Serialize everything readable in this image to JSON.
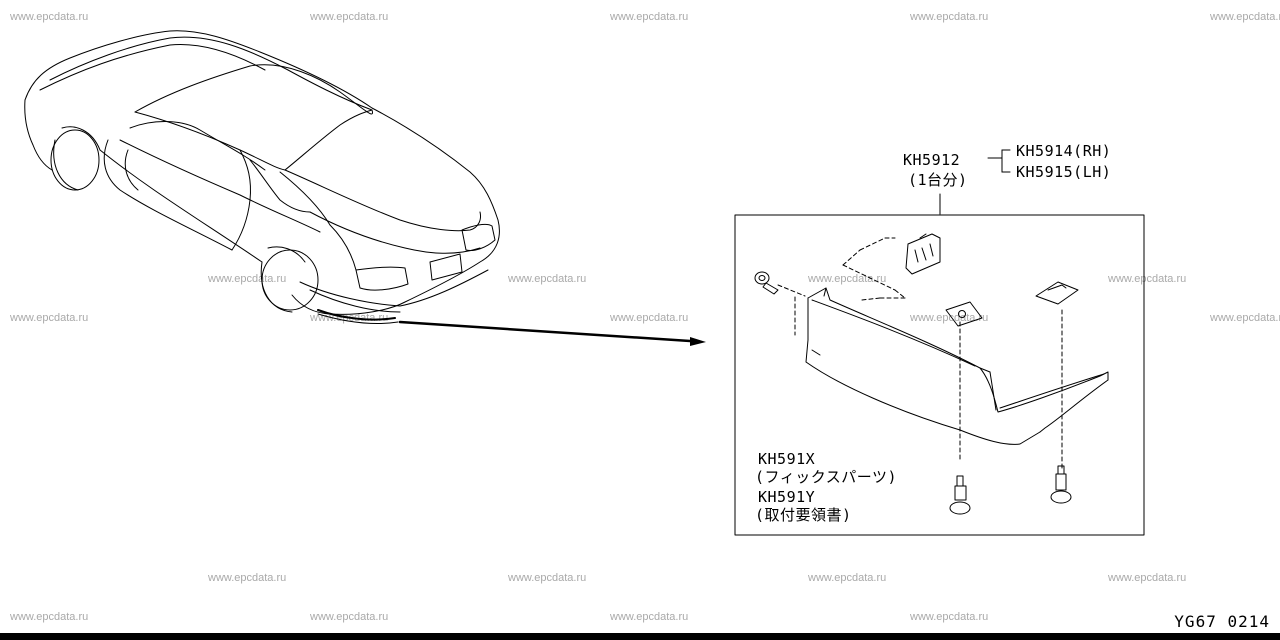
{
  "watermark": "www.epcdata.ru",
  "parts": {
    "set_number": "KH5912",
    "set_note": "(1台分)",
    "rh_number": "KH5914(RH)",
    "lh_number": "KH5915(LH)",
    "fix_kit_number": "KH591X",
    "fix_kit_note": "(フィックスパーツ)",
    "instructions_number": "KH591Y",
    "instructions_note": "(取付要領書)"
  },
  "drawing_code": "YG67 0214",
  "colors": {
    "line": "#000000",
    "watermark": "#a9a9a9",
    "background": "#ffffff"
  }
}
